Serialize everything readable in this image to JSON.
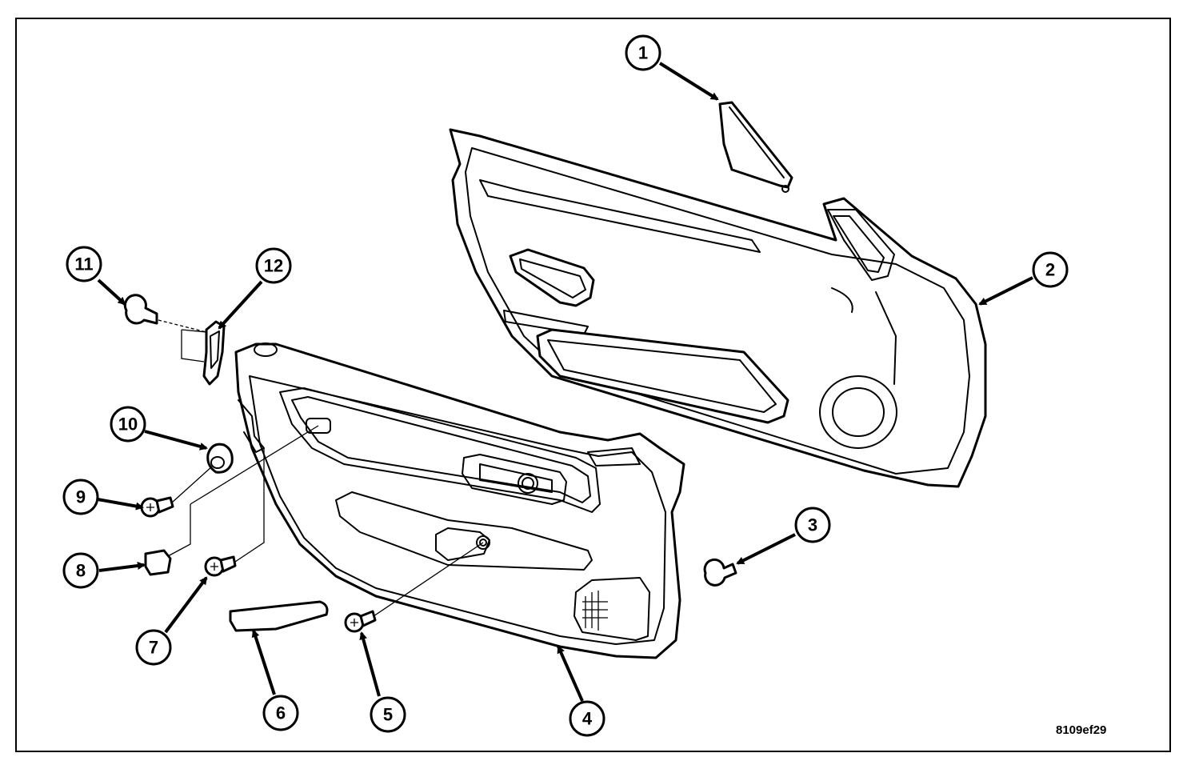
{
  "figure_code": "8109ef29",
  "callouts": [
    {
      "label": "1",
      "part": "sail-trim-panel"
    },
    {
      "label": "2",
      "part": "door-inner-panel"
    },
    {
      "label": "3",
      "part": "push-pin-retainer"
    },
    {
      "label": "4",
      "part": "door-trim-panel"
    },
    {
      "label": "5",
      "part": "screw"
    },
    {
      "label": "6",
      "part": "pull-cup-cover"
    },
    {
      "label": "7",
      "part": "screw"
    },
    {
      "label": "8",
      "part": "trim-cover"
    },
    {
      "label": "9",
      "part": "screw"
    },
    {
      "label": "10",
      "part": "bezel"
    },
    {
      "label": "11",
      "part": "push-pin"
    },
    {
      "label": "12",
      "part": "clip"
    }
  ]
}
